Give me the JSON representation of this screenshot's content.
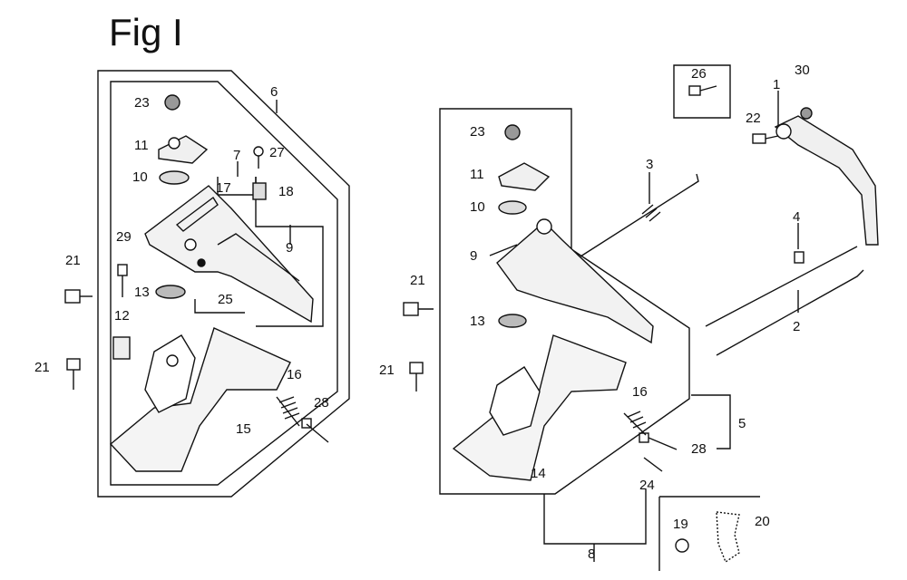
{
  "figure": {
    "title": "Fig I"
  },
  "callouts": {
    "left": [
      "23",
      "11",
      "10",
      "17",
      "7",
      "27",
      "6",
      "18",
      "9",
      "29",
      "21",
      "13",
      "25",
      "12",
      "21",
      "16",
      "28",
      "15"
    ],
    "right": [
      "26",
      "30",
      "1",
      "22",
      "23",
      "3",
      "11",
      "10",
      "9",
      "4",
      "21",
      "2",
      "13",
      "21",
      "16",
      "5",
      "28",
      "14",
      "24",
      "8",
      "19",
      "20"
    ]
  },
  "colors": {
    "ink": "#111111",
    "paper": "#ffffff",
    "shade": "#cfcfcf"
  }
}
